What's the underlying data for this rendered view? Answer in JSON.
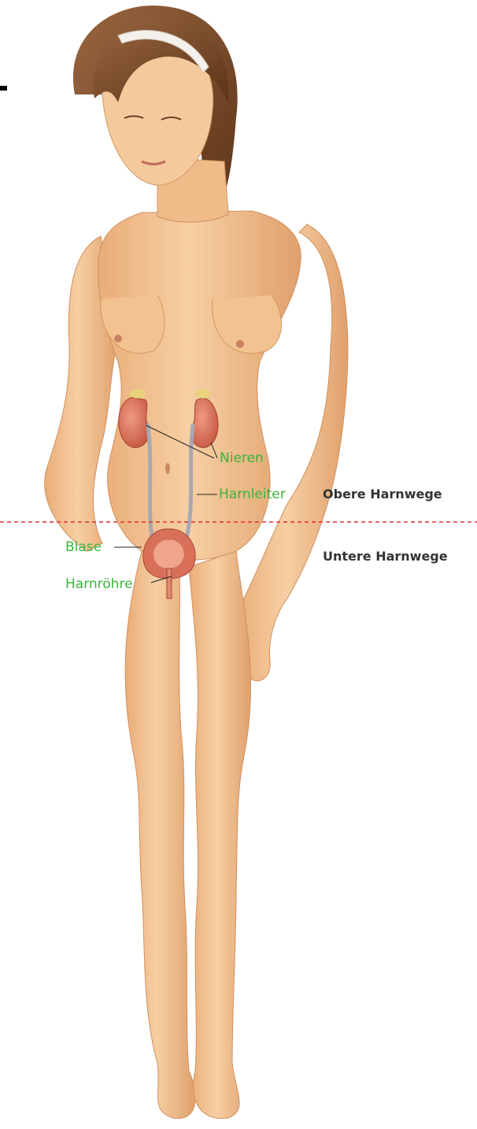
{
  "colors": {
    "background": "#ffffff",
    "skin": "#f2c596",
    "skin_shadow": "#d99a66",
    "hair": "#7a4a2a",
    "headband": "#f4f0ec",
    "organ_red": "#d9705a",
    "organ_yellow": "#e9d27a",
    "ureter_gray": "#a8a8b0",
    "label_green": "#3cb43c",
    "region_text": "#333333",
    "divider_red": "#e03030",
    "leader_line": "#222222"
  },
  "organ_labels": {
    "kidneys": "Nieren",
    "ureter": "Harnleiter",
    "bladder": "Blase",
    "urethra": "Harnröhre"
  },
  "region_labels": {
    "upper": "Obere Harnwege",
    "lower": "Untere Harnwege"
  }
}
